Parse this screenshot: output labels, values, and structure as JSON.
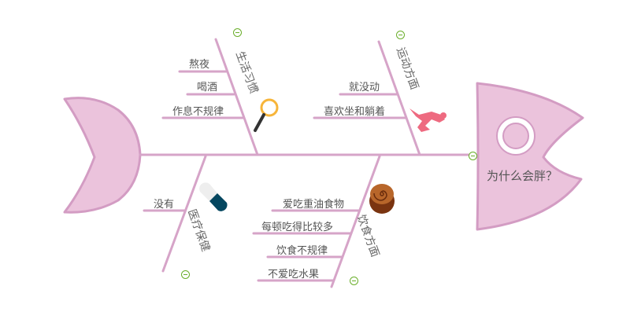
{
  "root": {
    "label": "为什么会胖？"
  },
  "branches": [
    {
      "label": "生活习惯",
      "icon": "magnifier-icon",
      "items": [
        "熬夜",
        "喝酒",
        "作息不规律"
      ]
    },
    {
      "label": "运动方面",
      "icon": "runner-icon",
      "items": [
        "就没动",
        "喜欢坐和躺着"
      ]
    },
    {
      "label": "医疗保健",
      "icon": "pill-icon",
      "items": [
        "没有"
      ]
    },
    {
      "label": "饮食方面",
      "icon": "wood-roll-icon",
      "items": [
        "爱吃重油食物",
        "每顿吃得比较多",
        "饮食不规律",
        "不爱吃水果"
      ]
    }
  ],
  "colors": {
    "fish_fill": "#ebc3dc",
    "fish_stroke": "#d39cc3",
    "bone": "#d6a4c8",
    "toggle": "#6aae2a"
  }
}
